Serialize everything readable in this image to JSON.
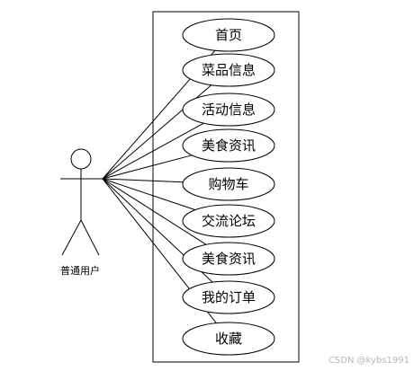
{
  "actor": {
    "label": "普通用户"
  },
  "use_cases": [
    {
      "label": "首页"
    },
    {
      "label": "菜品信息"
    },
    {
      "label": "活动信息"
    },
    {
      "label": "美食资讯"
    },
    {
      "label": "购物车"
    },
    {
      "label": "交流论坛"
    },
    {
      "label": "美食资讯"
    },
    {
      "label": "我的订单"
    },
    {
      "label": "收藏"
    }
  ],
  "watermark": "CSDN @kybs1991",
  "colors": {
    "stroke": "#000000",
    "background": "#ffffff",
    "watermark": "#b8b8b8"
  }
}
